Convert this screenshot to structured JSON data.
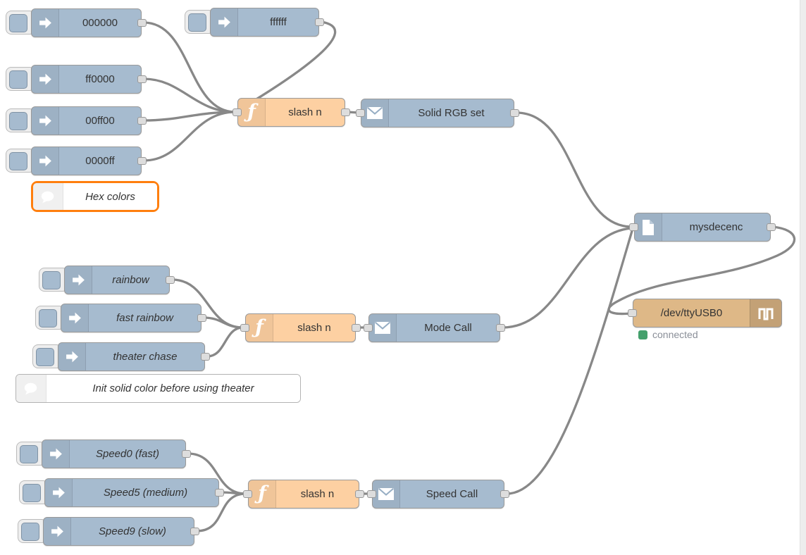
{
  "app": "node-red-flow-editor",
  "nodes": {
    "hex_black": {
      "type": "inject",
      "label": "000000"
    },
    "hex_white": {
      "type": "inject",
      "label": "ffffff"
    },
    "hex_red": {
      "type": "inject",
      "label": "ff0000"
    },
    "hex_green": {
      "type": "inject",
      "label": "00ff00"
    },
    "hex_blue": {
      "type": "inject",
      "label": "0000ff"
    },
    "func_rgb": {
      "type": "function",
      "label": "slash n"
    },
    "solid_rgb_set": {
      "type": "message",
      "label": "Solid RGB set"
    },
    "inject_rainbow": {
      "type": "inject",
      "label": "rainbow"
    },
    "inject_fast_rainbow": {
      "type": "inject",
      "label": "fast rainbow"
    },
    "inject_theater_chase": {
      "type": "inject",
      "label": "theater chase"
    },
    "func_mode": {
      "type": "function",
      "label": "slash n"
    },
    "mode_call": {
      "type": "message",
      "label": "Mode Call"
    },
    "inject_speed0": {
      "type": "inject",
      "label": "Speed0 (fast)"
    },
    "inject_speed5": {
      "type": "inject",
      "label": "Speed5 (medium)"
    },
    "inject_speed9": {
      "type": "inject",
      "label": "Speed9 (slow)"
    },
    "func_speed": {
      "type": "function",
      "label": "slash n"
    },
    "speed_call": {
      "type": "message",
      "label": "Speed Call"
    },
    "encoder": {
      "type": "template",
      "label": "mysdecenc"
    },
    "serial": {
      "type": "serial-out",
      "label": "/dev/ttyUSB0",
      "status": "connected"
    }
  },
  "comments": {
    "hex_colors": {
      "label": "Hex colors",
      "selected": true
    },
    "init_note": {
      "label": "Init solid color before using theater",
      "selected": false
    }
  },
  "icons": {
    "inject": "arrow-right-icon",
    "function": "f-glyph-icon",
    "message": "envelope-icon",
    "template": "file-icon",
    "comment": "speech-bubble-icon",
    "serial": "square-wave-icon",
    "status": "green-square-dot"
  },
  "colors": {
    "inject_fill": "#a6bbcf",
    "function_fill": "#fdd0a2",
    "serial_fill": "#deb887",
    "node_border": "#999999",
    "wire": "#888888",
    "selected_border": "#ff7f0e",
    "status_green": "#44a06c",
    "status_text": "#8a8f98",
    "label_text": "#333333"
  }
}
